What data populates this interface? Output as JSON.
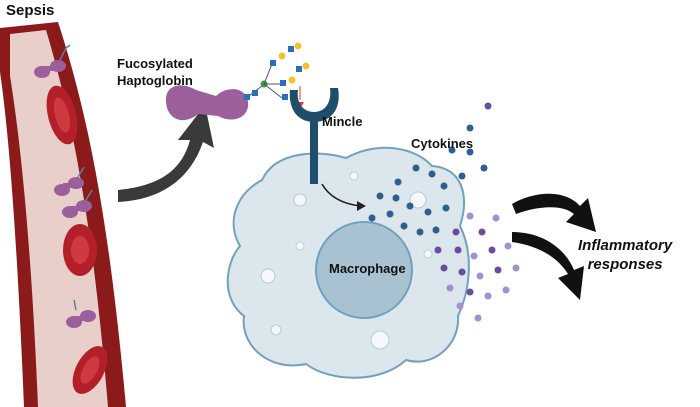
{
  "title": "Sepsis",
  "labels": {
    "fucosylated_line1": "Fucosylated",
    "fucosylated_line2": "Haptoglobin",
    "mincle": "Mincle",
    "cytokines": "Cytokines",
    "macrophage": "Macrophage",
    "inflammatory_line1": "Inflammatory",
    "inflammatory_line2": "responses"
  },
  "colors": {
    "vessel_wall": "#8b1a1a",
    "vessel_lumen": "#e8cfc9",
    "rbc": "#b3202a",
    "haptoglobin": "#9b5f9b",
    "mincle": "#1f4e6b",
    "macrophage_body": "#dbe6ed",
    "macrophage_outline": "#6fa2bd",
    "nucleus": "#a9c2d1",
    "cytokine_blue": "#2f5f8f",
    "cytokine_purple": "#6a4c9c",
    "cytokine_lavender": "#a48fcf",
    "arrow": "#333333"
  }
}
